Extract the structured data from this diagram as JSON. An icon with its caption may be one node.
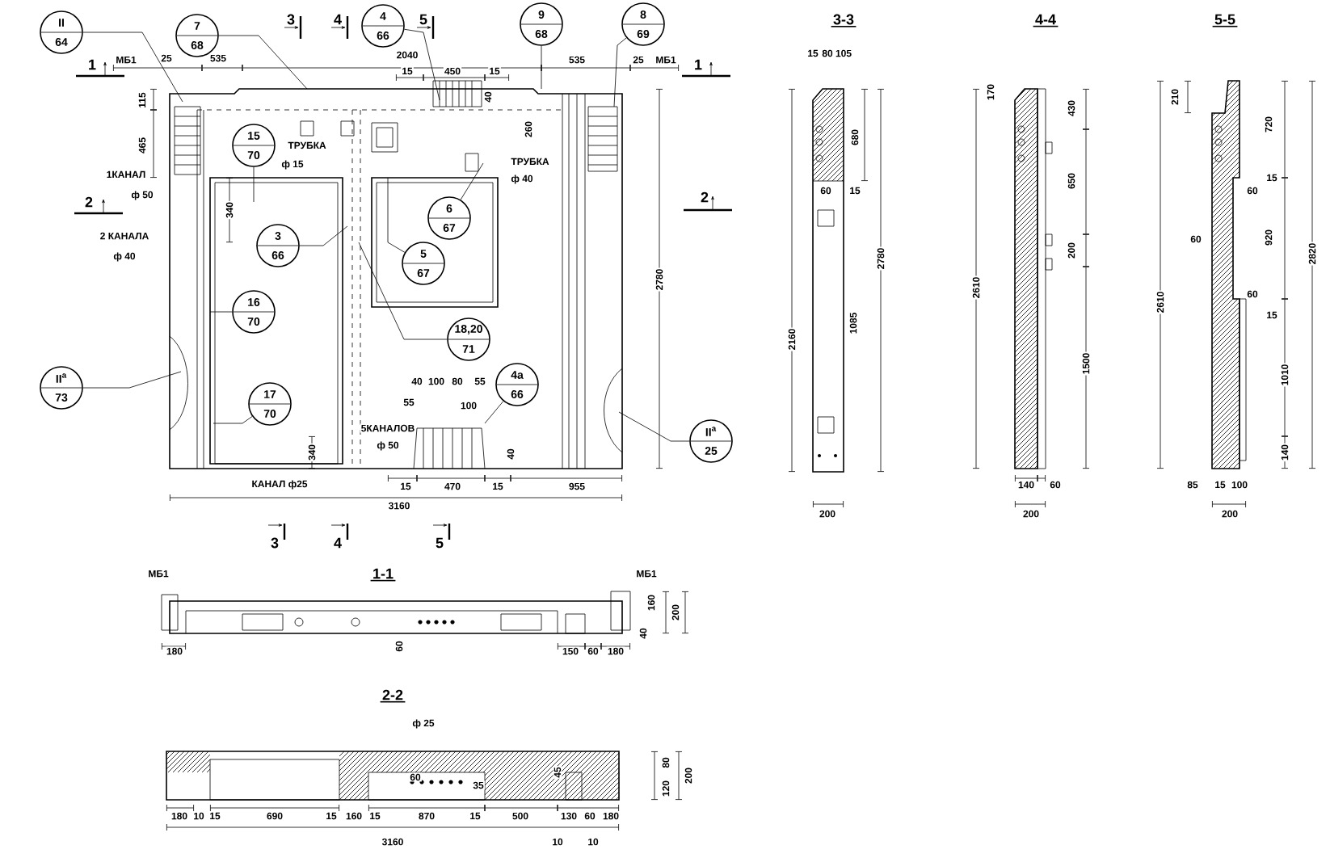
{
  "diagram": {
    "nodes": [
      {
        "text": [
          "II",
          "64"
        ]
      },
      {
        "text": [
          "7",
          "68"
        ]
      },
      {
        "text": [
          "4",
          "66"
        ]
      },
      {
        "text": [
          "9",
          "68"
        ]
      },
      {
        "text": [
          "8",
          "69"
        ]
      },
      {
        "text": [
          "15",
          "70"
        ]
      },
      {
        "text": [
          "3",
          "66"
        ]
      },
      {
        "text": [
          "16",
          "70"
        ]
      },
      {
        "text": [
          "17",
          "70"
        ]
      },
      {
        "text": [
          "II$^{а}$",
          "73"
        ]
      },
      {
        "text": [
          "6",
          "67"
        ]
      },
      {
        "text": [
          "5",
          "67"
        ]
      },
      {
        "text": [
          "18,20",
          "71"
        ]
      },
      {
        "text": [
          "4а",
          "66"
        ]
      },
      {
        "text": [
          "II$^{а}$",
          "25"
        ]
      }
    ],
    "edges": [
      {
        "from": 0,
        "to": null,
        "arrow": "none"
      },
      {
        "from": 1,
        "to": null,
        "arrow": "none"
      },
      {
        "from": 2,
        "to": null,
        "arrow": "none"
      },
      {
        "from": 3,
        "to": null,
        "arrow": "none"
      },
      {
        "from": 4,
        "to": null,
        "arrow": "none"
      },
      {
        "from": 5,
        "to": null,
        "arrow": "none"
      },
      {
        "from": 6,
        "to": null,
        "arrow": "none"
      },
      {
        "from": 7,
        "to": null,
        "arrow": "none"
      },
      {
        "from": 8,
        "to": null,
        "arrow": "none"
      },
      {
        "from": 9,
        "to": null,
        "arrow": "none"
      },
      {
        "from": 10,
        "to": null,
        "arrow": "none"
      },
      {
        "from": 11,
        "to": null,
        "arrow": "none"
      },
      {
        "from": 12,
        "to": null,
        "arrow": "none"
      },
      {
        "from": 13,
        "to": null,
        "arrow": "none"
      },
      {
        "from": 14,
        "to": null,
        "arrow": "none"
      }
    ],
    "labels": [
      "3",
      "4",
      "5",
      "3-3",
      "4-4",
      "5-5",
      "МБ1",
      "25",
      "535",
      "2040",
      "15",
      "450",
      "15",
      "535",
      "25",
      "МБ1",
      "1",
      "1",
      "15",
      "80",
      "105",
      "115",
      "40",
      "170",
      "210",
      "720",
      "430",
      "260",
      "680",
      "465",
      "ТРУБКА",
      "ф 15",
      "ТРУБКА",
      "ф 40",
      "1КАНАЛ",
      "ф 50",
      "2",
      "2",
      "650",
      "15",
      "60",
      "15",
      "60",
      "340",
      "2 КАНАЛА",
      "ф 40",
      "60",
      "920",
      "200",
      "2780",
      "2820",
      "2780",
      "2610",
      "60",
      "2610",
      "15",
      "1085",
      "2160",
      "1500",
      "1010",
      "40",
      "100",
      "80",
      "55",
      "55",
      "100",
      "5КАНАЛОВ",
      "ф 50",
      "340",
      "40",
      "140",
      "КАНАЛ ф25",
      "15",
      "470",
      "15",
      "955",
      "140",
      "60",
      "85",
      "15",
      "100",
      "3160",
      "200",
      "200",
      "200",
      "3",
      "4",
      "5",
      "МБ1",
      "1-1",
      "МБ1",
      "160",
      "200",
      "40",
      "60",
      "180",
      "150",
      "60",
      "180",
      "2-2",
      "ф 25",
      "80",
      "120",
      "200",
      "45",
      "60",
      "35",
      "180",
      "10",
      "15",
      "690",
      "15",
      "160",
      "15",
      "870",
      "15",
      "500",
      "130",
      "60",
      "180",
      "3160",
      "10",
      "10"
    ]
  }
}
